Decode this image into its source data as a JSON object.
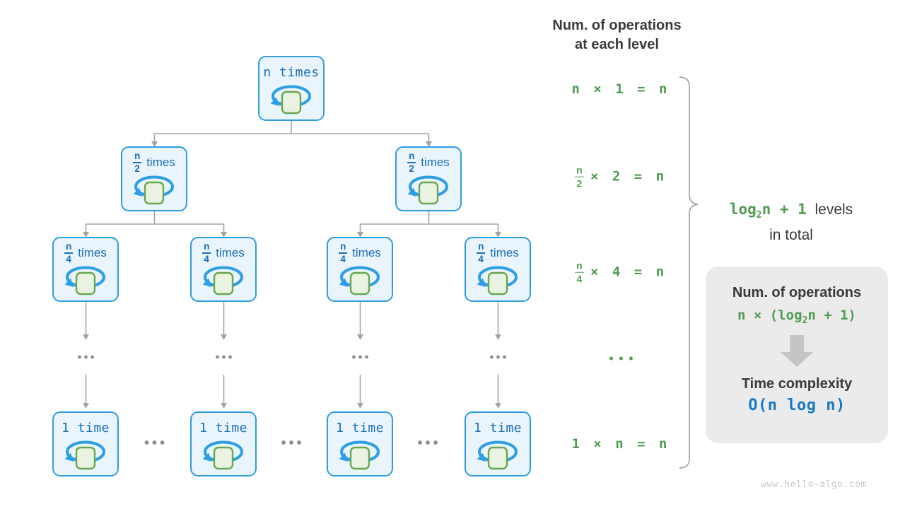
{
  "header": {
    "line1": "Num. of operations",
    "line2": "at each level"
  },
  "tree": {
    "root_label": "n times",
    "half": {
      "numerator": "n",
      "denominator": "2",
      "suffix": "times"
    },
    "quarter": {
      "numerator": "n",
      "denominator": "4",
      "suffix": "times"
    },
    "leaf_label": "1 time"
  },
  "equations": {
    "level1": "n × 1 = n",
    "level2": {
      "numerator": "n",
      "denominator": "2",
      "rest": "× 2 = n"
    },
    "level3": {
      "numerator": "n",
      "denominator": "4",
      "rest": "× 4 = n"
    },
    "level_n": "1 × n = n"
  },
  "brace_label": {
    "formula_prefix": "log",
    "formula_sub": "2",
    "formula_suffix": "n + 1",
    "text_line1": "levels",
    "text_line2": "in total"
  },
  "summary_panel": {
    "title": "Num. of operations",
    "formula_prefix": "n × (log",
    "formula_sub": "2",
    "formula_suffix": "n + 1)",
    "subtitle": "Time complexity",
    "complexity": "O(n log n)"
  },
  "watermark": "www.hello-algo.com",
  "colors": {
    "box_border": "#2f9ce0",
    "box_fill": "#eaf4fc",
    "box_text": "#1b6fb5",
    "loop_arrow": "#2b9ee4",
    "square_fill": "#eaf3e1",
    "square_border": "#68a74f",
    "green_text": "#4f9c53",
    "blue_text": "#1779c4",
    "dark_text": "#3a3a3a",
    "connector_gray": "#a3a3a3",
    "panel_bg": "#ebebeb",
    "watermark_gray": "#c8c8c8"
  }
}
